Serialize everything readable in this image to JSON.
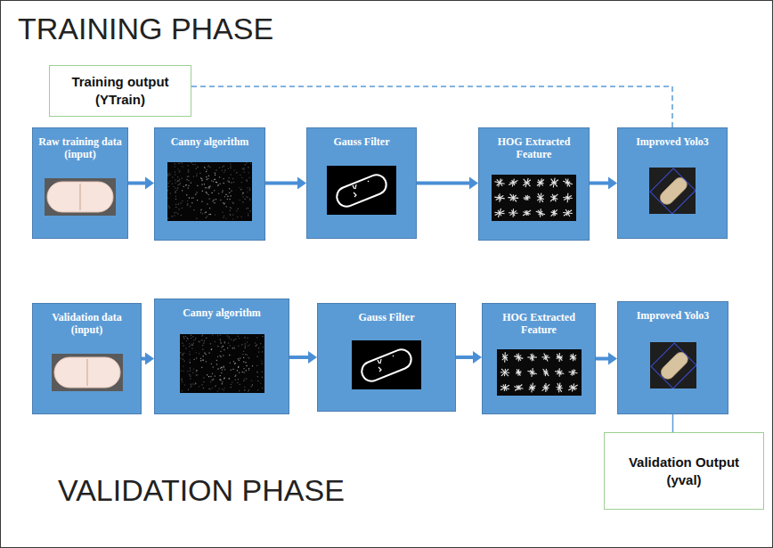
{
  "diagram": {
    "nodes": [
      {
        "text": [
          "Training output",
          "(YTrain)"
        ]
      },
      {
        "text": [
          "Raw training data (input)"
        ]
      },
      {
        "text": [
          "Canny algorithm"
        ]
      },
      {
        "text": [
          "Gauss Filter"
        ]
      },
      {
        "text": [
          "HOG Extracted Feature"
        ]
      },
      {
        "text": [
          "Improved Yolo3"
        ]
      },
      {
        "text": [
          "Validation data (input)"
        ]
      },
      {
        "text": [
          "Canny algorithm"
        ]
      },
      {
        "text": [
          "Gauss Filter"
        ]
      },
      {
        "text": [
          "HOG Extracted Feature"
        ]
      },
      {
        "text": [
          "Improved Yolo3"
        ]
      },
      {
        "text": [
          "Validation Output",
          "(yval)"
        ]
      }
    ],
    "edges": [
      {
        "from": 1,
        "to": 2,
        "arrow": "to"
      },
      {
        "from": 2,
        "to": 3,
        "arrow": "to"
      },
      {
        "from": 3,
        "to": 4,
        "arrow": "to"
      },
      {
        "from": 4,
        "to": 5,
        "arrow": "to"
      },
      {
        "from": 5,
        "to": 0,
        "arrow": "none"
      },
      {
        "from": 6,
        "to": 7,
        "arrow": "to"
      },
      {
        "from": 7,
        "to": 8,
        "arrow": "to"
      },
      {
        "from": 8,
        "to": 9,
        "arrow": "to"
      },
      {
        "from": 9,
        "to": 10,
        "arrow": "to"
      },
      {
        "from": 10,
        "to": 11,
        "arrow": "none"
      }
    ],
    "labels": [
      "TRAINING PHASE",
      "VALIDATION PHASE"
    ]
  }
}
